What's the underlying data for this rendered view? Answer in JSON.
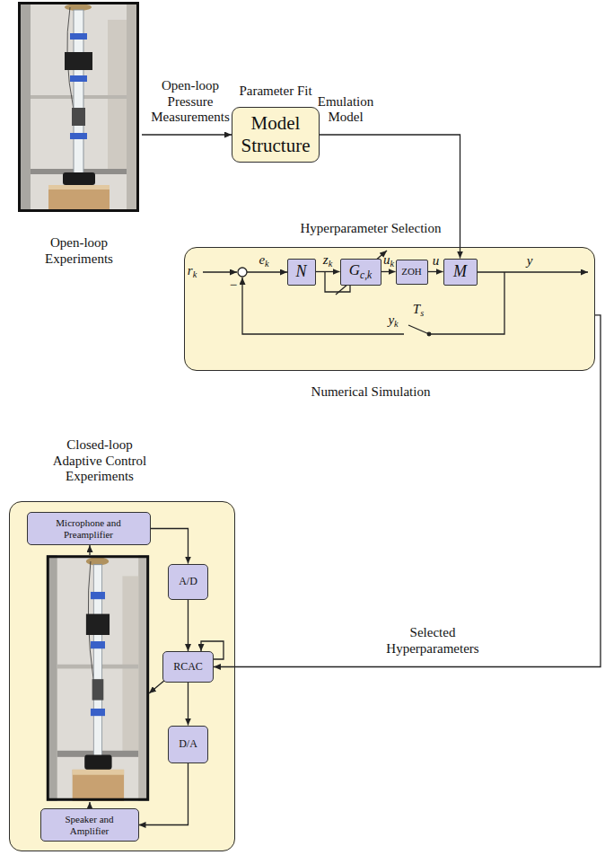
{
  "diagram": {
    "nodes": [
      {
        "text": [
          "Open-loop Experiments"
        ]
      },
      {
        "text": [
          "Parameter Fit",
          "Model Structure"
        ]
      },
      {
        "text": [
          "Hyperparameter Selection",
          "Numerical Simulation"
        ]
      },
      {
        "text": [
          "N"
        ],
        "in": 2
      },
      {
        "text": [
          "Gc,k"
        ],
        "in": 2
      },
      {
        "text": [
          "ZOH"
        ],
        "in": 2
      },
      {
        "text": [
          "M"
        ],
        "in": 2
      },
      {
        "text": [
          "Closed-loop Adaptive Control Experiments"
        ]
      },
      {
        "text": [
          "Microphone and Preamplifier"
        ],
        "in": 7
      },
      {
        "text": [
          "A/D"
        ],
        "in": 7
      },
      {
        "text": [
          "RCAC"
        ],
        "in": 7
      },
      {
        "text": [
          "D/A"
        ],
        "in": 7
      },
      {
        "text": [
          "Speaker and Amplifier"
        ],
        "in": 7
      }
    ],
    "edges": [
      {
        "from": 0,
        "to": 1,
        "arrow": "to",
        "label": "Open-loop Pressure Measurements"
      },
      {
        "from": 1,
        "to": 6,
        "arrow": "to",
        "label": "Emulation Model"
      },
      {
        "from": 3,
        "to": 4,
        "arrow": "to",
        "label": "zk"
      },
      {
        "from": 4,
        "to": 5,
        "arrow": "to",
        "label": "uk"
      },
      {
        "from": 5,
        "to": 6,
        "arrow": "to",
        "label": "u"
      },
      {
        "from": 2,
        "to": 10,
        "arrow": "to",
        "label": "Selected Hyperparameters"
      },
      {
        "from": 8,
        "to": 9,
        "arrow": "to"
      },
      {
        "from": 9,
        "to": 10,
        "arrow": "to"
      },
      {
        "from": 10,
        "to": 11,
        "arrow": "to"
      },
      {
        "from": 11,
        "to": 12,
        "arrow": "to"
      }
    ],
    "labels": [
      "rk",
      "−",
      "ek",
      "y",
      "yk",
      "Ts"
    ]
  }
}
